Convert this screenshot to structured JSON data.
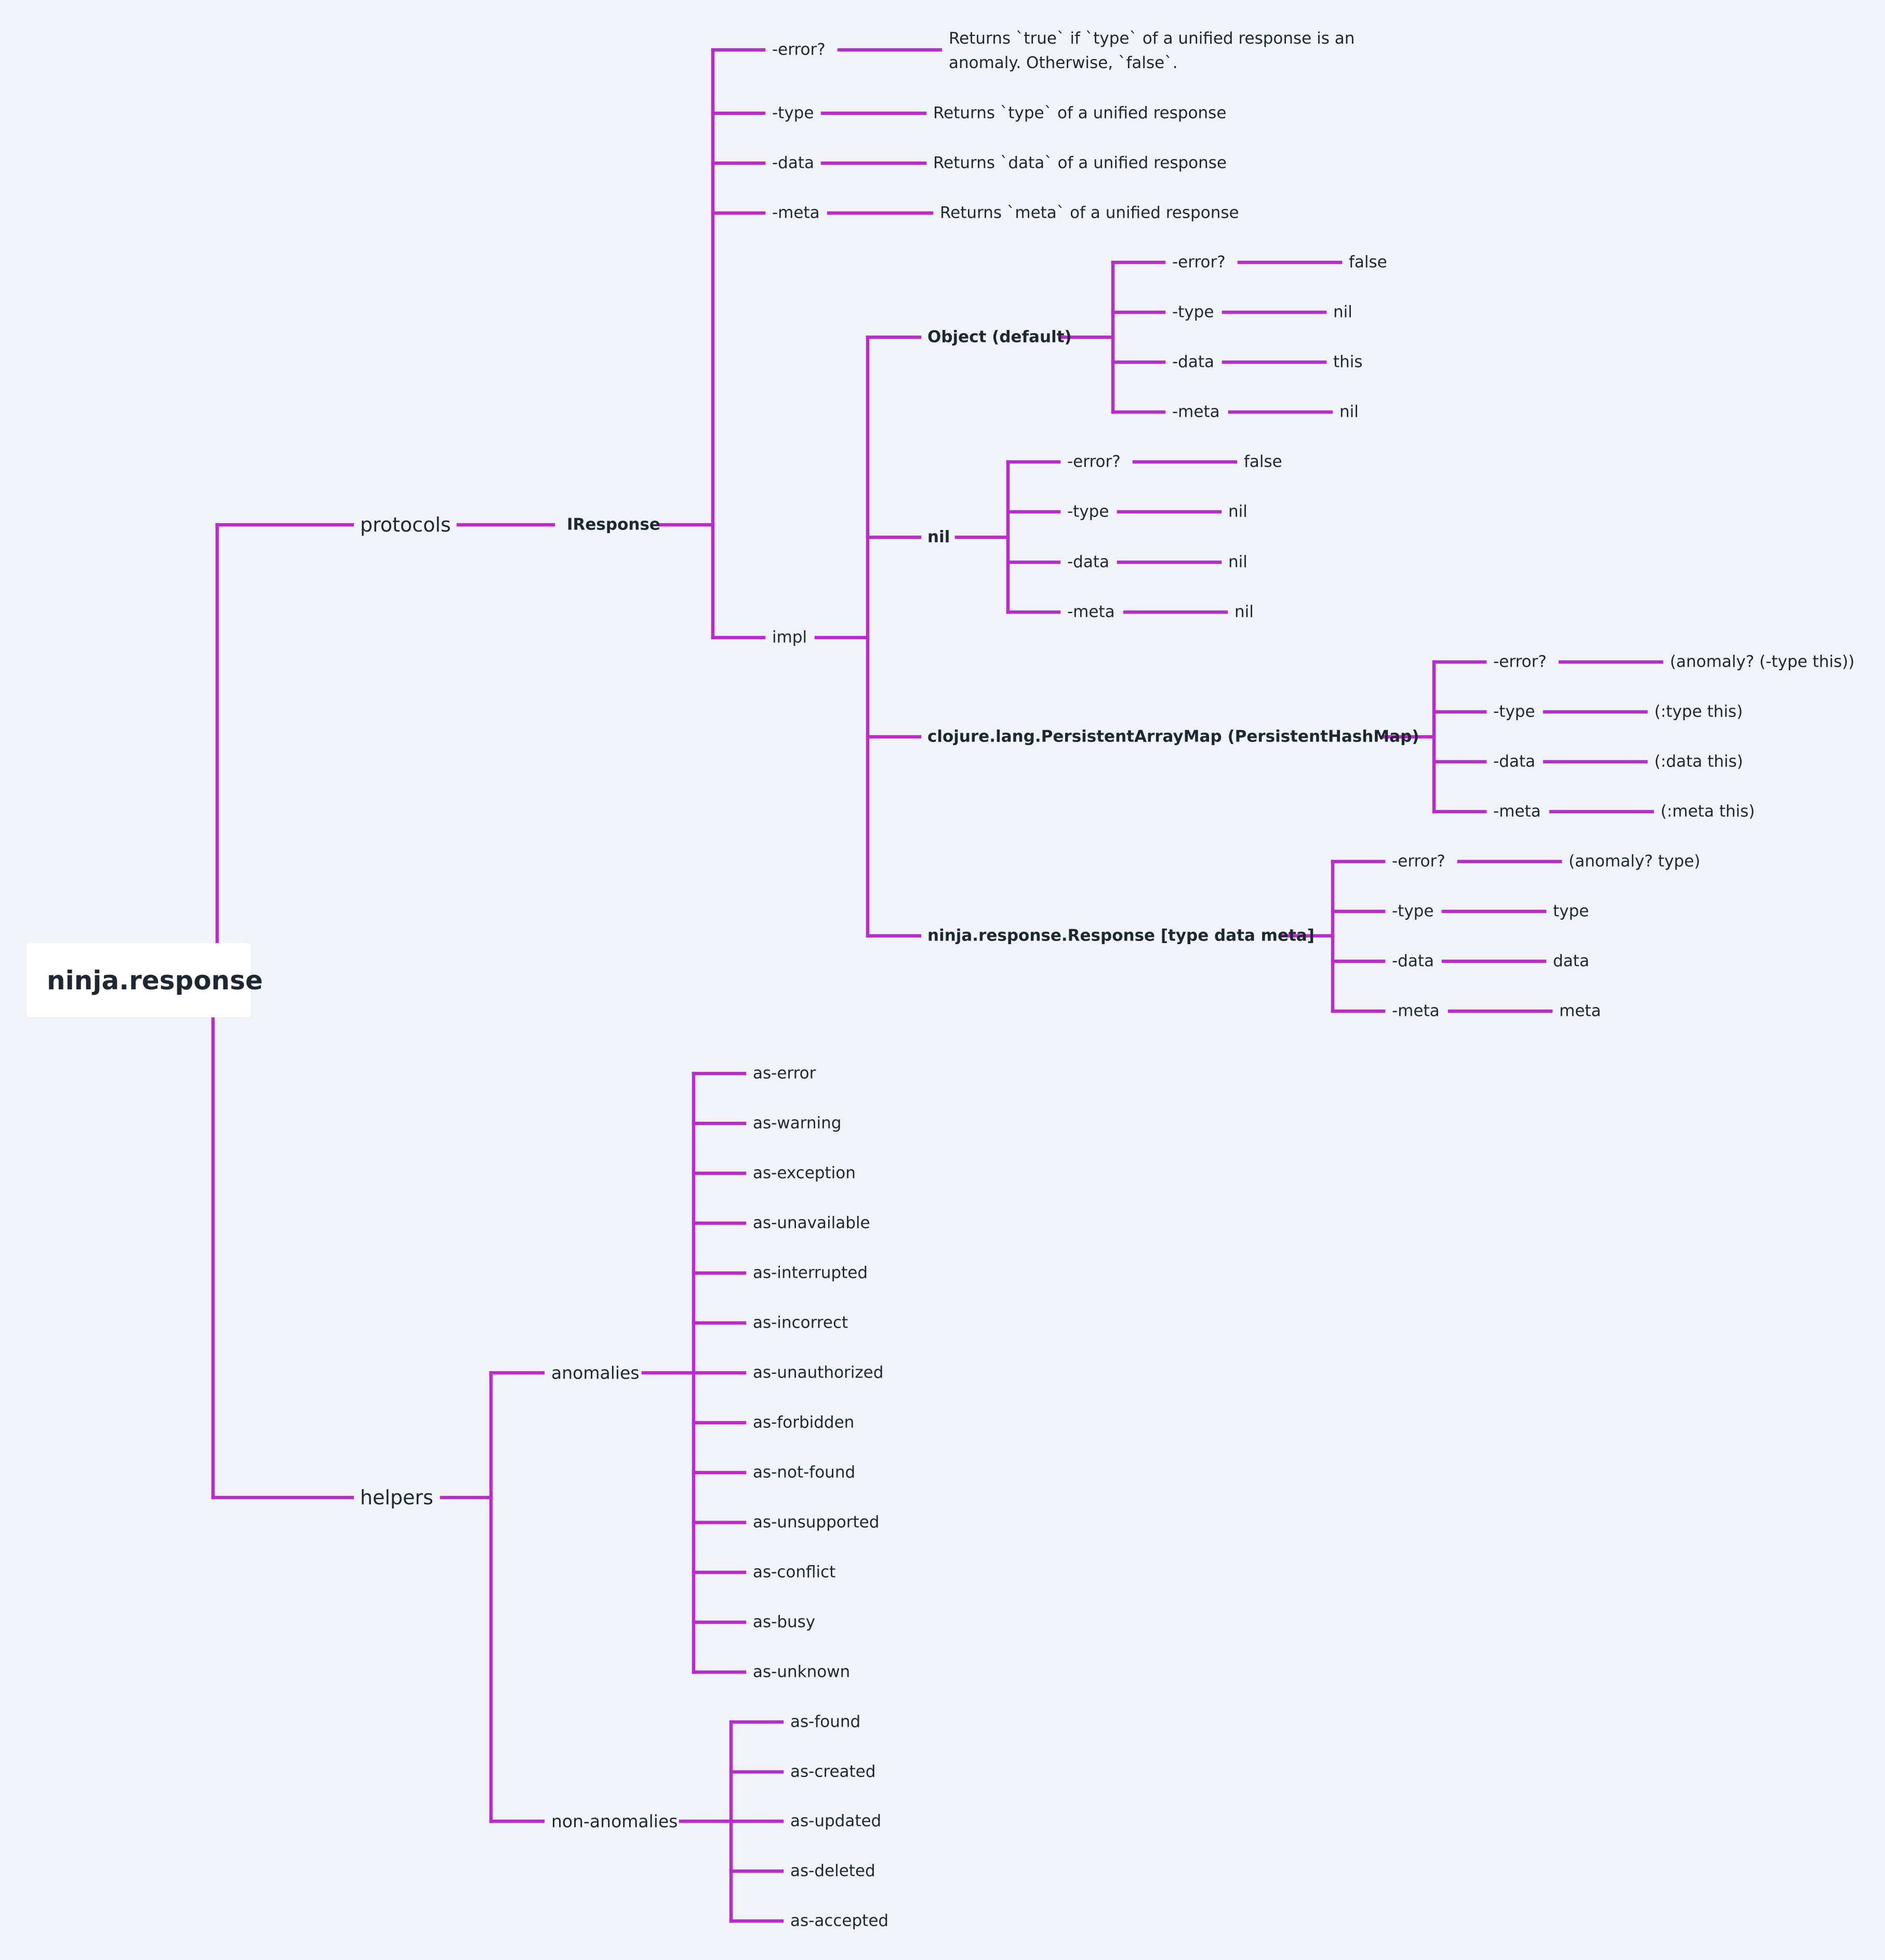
{
  "root": "ninja.response",
  "protocols": {
    "label": "protocols",
    "iresponse": {
      "label": "IResponse",
      "methods": [
        {
          "name": "-error?",
          "desc": "Returns `true` if `type` of a unified response is an anomaly. Otherwise, `false`."
        },
        {
          "name": "-type",
          "desc": "Returns `type` of a unified response"
        },
        {
          "name": "-data",
          "desc": "Returns `data` of a unified response"
        },
        {
          "name": "-meta",
          "desc": "Returns `meta` of a unified response"
        }
      ],
      "impl": {
        "label": "impl",
        "types": [
          {
            "name": "Object (default)",
            "methods": [
              {
                "name": "-error?",
                "value": "false"
              },
              {
                "name": "-type",
                "value": "nil"
              },
              {
                "name": "-data",
                "value": "this"
              },
              {
                "name": "-meta",
                "value": "nil"
              }
            ]
          },
          {
            "name": "nil",
            "methods": [
              {
                "name": "-error?",
                "value": "false"
              },
              {
                "name": "-type",
                "value": "nil"
              },
              {
                "name": "-data",
                "value": "nil"
              },
              {
                "name": "-meta",
                "value": "nil"
              }
            ]
          },
          {
            "name": "clojure.lang.PersistentArrayMap (PersistentHashMap)",
            "methods": [
              {
                "name": "-error?",
                "value": "(anomaly? (-type this))"
              },
              {
                "name": "-type",
                "value": "(:type this)"
              },
              {
                "name": "-data",
                "value": "(:data this)"
              },
              {
                "name": "-meta",
                "value": "(:meta this)"
              }
            ]
          },
          {
            "name": "ninja.response.Response [type data meta]",
            "methods": [
              {
                "name": "-error?",
                "value": "(anomaly? type)"
              },
              {
                "name": "-type",
                "value": "type"
              },
              {
                "name": "-data",
                "value": "data"
              },
              {
                "name": "-meta",
                "value": "meta"
              }
            ]
          }
        ]
      }
    }
  },
  "helpers": {
    "label": "helpers",
    "anomalies": {
      "label": "anomalies",
      "items": [
        "as-error",
        "as-warning",
        "as-exception",
        "as-unavailable",
        "as-interrupted",
        "as-incorrect",
        "as-unauthorized",
        "as-forbidden",
        "as-not-found",
        "as-unsupported",
        "as-conflict",
        "as-busy",
        "as-unknown"
      ]
    },
    "non_anomalies": {
      "label": "non-anomalies",
      "items": [
        "as-found",
        "as-created",
        "as-updated",
        "as-deleted",
        "as-accepted"
      ]
    }
  },
  "colors": {
    "branch": "#b72ccb",
    "background": "#f0f3f7",
    "text": "#1f2733",
    "root_box": "#ffffff"
  }
}
